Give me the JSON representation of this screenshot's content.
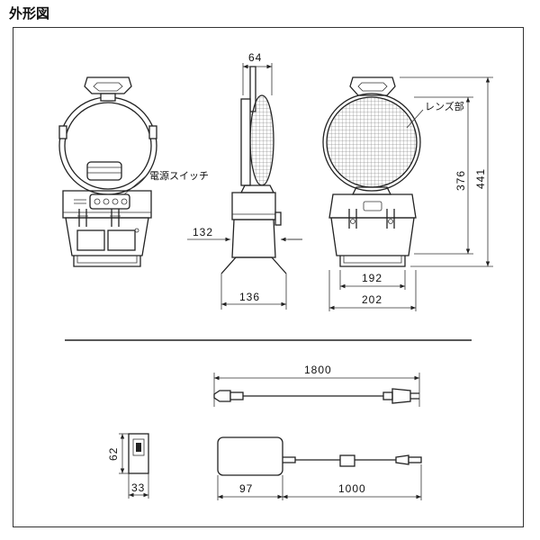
{
  "title": "外形図",
  "labels": {
    "power_switch": "電源スイッチ",
    "lens": "レンズ部"
  },
  "dimensions": {
    "side_top_width": "64",
    "side_base_width": "136",
    "side_height": "132",
    "rear_inner_width": "192",
    "rear_outer_width": "202",
    "rear_lens_height": "376",
    "rear_total_height": "441",
    "cord_length": "1800",
    "plug_height": "62",
    "plug_width": "33",
    "adapter_width": "97",
    "adapter_cord_length": "1000"
  }
}
